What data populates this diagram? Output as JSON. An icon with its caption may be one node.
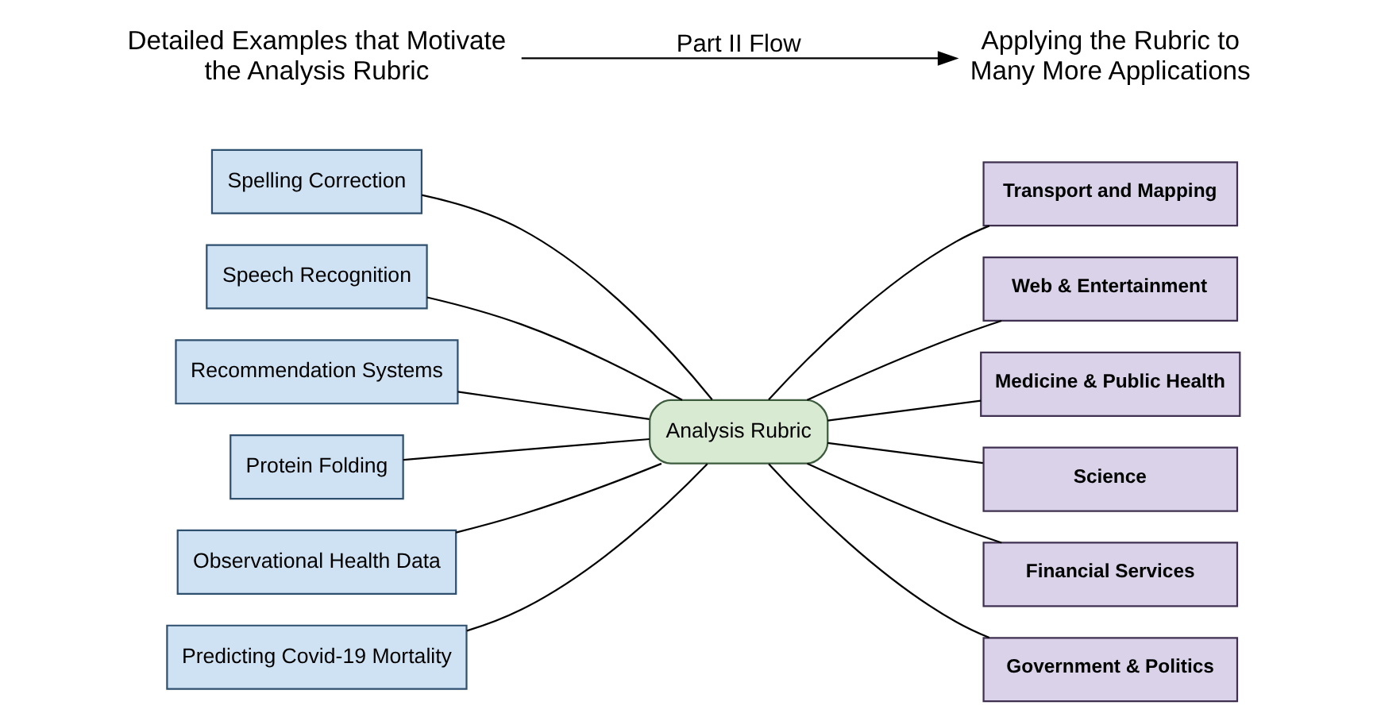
{
  "diagram": {
    "nodes": [
      {
        "text": [
          "Spelling Correction"
        ]
      },
      {
        "text": [
          "Speech Recognition"
        ]
      },
      {
        "text": [
          "Recommendation Systems"
        ]
      },
      {
        "text": [
          "Protein Folding"
        ]
      },
      {
        "text": [
          "Observational Health Data"
        ]
      },
      {
        "text": [
          "Predicting Covid-19 Mortality"
        ]
      },
      {
        "text": [
          "Analysis Rubric"
        ]
      },
      {
        "text": [
          "Transport and Mapping"
        ]
      },
      {
        "text": [
          "Web & Entertainment"
        ]
      },
      {
        "text": [
          "Medicine & Public Health"
        ]
      },
      {
        "text": [
          "Science"
        ]
      },
      {
        "text": [
          "Financial Services"
        ]
      },
      {
        "text": [
          "Government & Politics"
        ]
      },
      {
        "text": [
          "Detailed Examples that Motivate the Analysis Rubric"
        ]
      },
      {
        "text": [
          "Applying the Rubric to Many More Applications"
        ]
      }
    ],
    "edges": [
      {
        "from": 0,
        "to": 6,
        "arrow": "none"
      },
      {
        "from": 1,
        "to": 6,
        "arrow": "none"
      },
      {
        "from": 2,
        "to": 6,
        "arrow": "none"
      },
      {
        "from": 3,
        "to": 6,
        "arrow": "none"
      },
      {
        "from": 4,
        "to": 6,
        "arrow": "none"
      },
      {
        "from": 5,
        "to": 6,
        "arrow": "none"
      },
      {
        "from": 6,
        "to": 7,
        "arrow": "none"
      },
      {
        "from": 6,
        "to": 8,
        "arrow": "none"
      },
      {
        "from": 6,
        "to": 9,
        "arrow": "none"
      },
      {
        "from": 6,
        "to": 10,
        "arrow": "none"
      },
      {
        "from": 6,
        "to": 11,
        "arrow": "none"
      },
      {
        "from": 6,
        "to": 12,
        "arrow": "none"
      },
      {
        "from": 13,
        "to": 14,
        "arrow": "to",
        "label": "Part II Flow"
      }
    ]
  }
}
